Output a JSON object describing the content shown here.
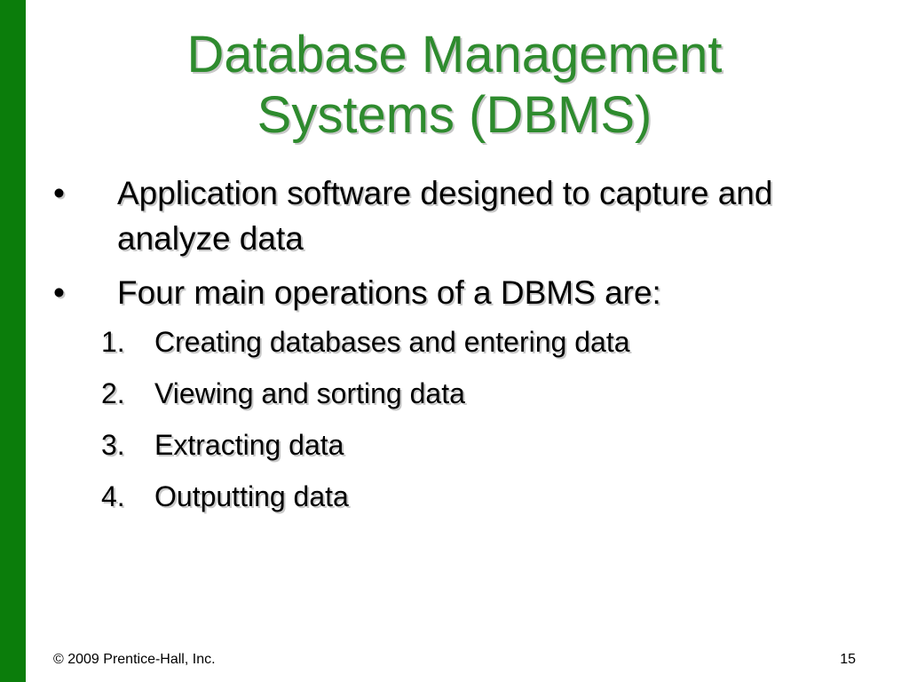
{
  "slide": {
    "title_lines": [
      "Database Management",
      "Systems (DBMS)"
    ],
    "bullets": [
      {
        "mark": "•",
        "text": "Application software designed to capture and analyze data"
      },
      {
        "mark": "•",
        "text": "Four main operations of a DBMS are:"
      }
    ],
    "operations": [
      {
        "num": "1.",
        "text": "Creating databases and entering data"
      },
      {
        "num": "2.",
        "text": "Viewing and sorting data"
      },
      {
        "num": "3.",
        "text": "Extracting data"
      },
      {
        "num": "4.",
        "text": "Outputting data"
      }
    ],
    "footer": {
      "copyright": "© 2009 Prentice-Hall, Inc.",
      "page_number": "15"
    }
  },
  "colors": {
    "title": "#2e8b2e",
    "side_bar": "#0b7d0b",
    "text": "#000000"
  }
}
